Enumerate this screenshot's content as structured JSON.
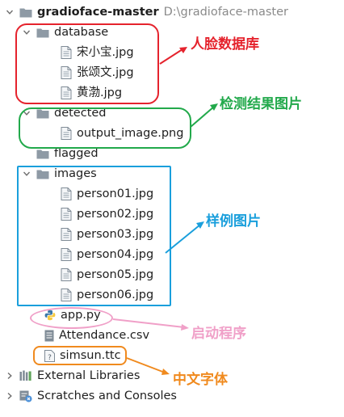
{
  "project": {
    "name": "gradioface-master",
    "path": "D:\\gradioface-master"
  },
  "folders": {
    "database": {
      "name": "database",
      "files": [
        "宋小宝.jpg",
        "张颂文.jpg",
        "黄渤.jpg"
      ]
    },
    "detected": {
      "name": "detected",
      "files": [
        "output_image.png"
      ]
    },
    "flagged": {
      "name": "flagged"
    },
    "images": {
      "name": "images",
      "files": [
        "person01.jpg",
        "person02.jpg",
        "person03.jpg",
        "person04.jpg",
        "person05.jpg",
        "person06.jpg"
      ]
    }
  },
  "root_files": [
    "app.py",
    "Attendance.csv",
    "simsun.ttc"
  ],
  "bottom_nodes": [
    "External Libraries",
    "Scratches and Consoles"
  ],
  "annotations": {
    "database": {
      "text": "人脸数据库",
      "color": "#e5232d"
    },
    "detected": {
      "text": "检测结果图片",
      "color": "#22a94b"
    },
    "images": {
      "text": "样例图片",
      "color": "#1a9fdc"
    },
    "app": {
      "text": "启动程序",
      "color": "#f0a0c8"
    },
    "font": {
      "text": "中文字体",
      "color": "#f08a1e"
    }
  }
}
